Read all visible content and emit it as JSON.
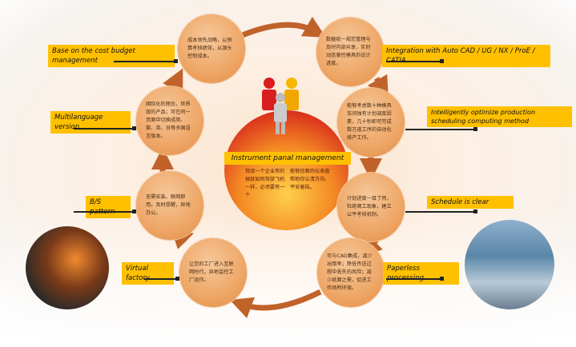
{
  "center": {
    "title": "Instrument panal management",
    "text_left": "驾驭一个企业有的候就如同驾驶飞机一样，必须要有一个",
    "text_right": "能够信赖的仪表盘帮助你认清方向、平安着陆。"
  },
  "nodes": [
    {
      "label": "Base on the cost budget management",
      "text": "成本领先战略，以预算考核绩效，从源头控制成本。"
    },
    {
      "label": "Integration with Auto CAD / UG / NX / ProE / CATIA",
      "text": "数据统一规范管理与及时内部共享，实时动态掌控模具的设计进度。"
    },
    {
      "label": "Multilanguage version",
      "text": "国际化的理念，世界级的产品；可在同一页面中切换成简、繁、英、日等多国语言版本。"
    },
    {
      "label": "Intelligently optimize production scheduling computing method",
      "text": "能够考虑数十种模具车间独有计划调度因素，几十秒即可完成数万道工序的自动化排产工作。"
    },
    {
      "label": "B/S pattern",
      "text": "无需安装、联网即用，及时提醒，异地办公。"
    },
    {
      "label": "Schedule is clear",
      "text": "计划进度一目了然，杜绝窝工现象，建立公平考核机制。"
    },
    {
      "label": "Virtual factory",
      "text": "让您的工厂进入互联网时代，异地监控工厂运作。"
    },
    {
      "label": "Paperless processing",
      "text": "可与CAD集成，减少出错率；降低传送过程中丢失的风险；减少纸面之需，促进工作场所环保。"
    }
  ],
  "colors": {
    "label_bg": "#ffc000",
    "node": "#eea666",
    "arrow": "#c0622a"
  }
}
